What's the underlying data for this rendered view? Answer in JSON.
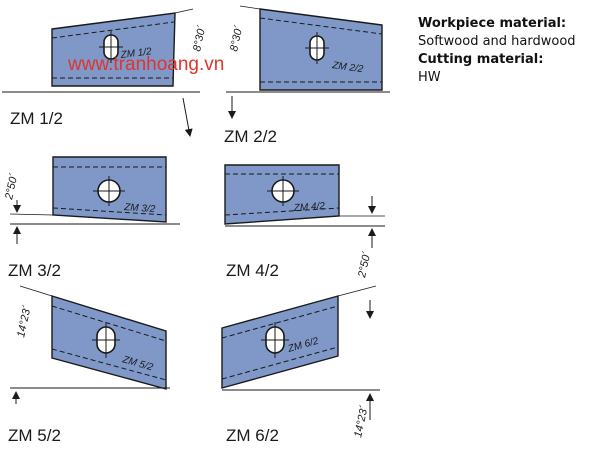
{
  "watermark": "www.tranhoang.vn",
  "info": {
    "workpiece_heading": "Workpiece material:",
    "workpiece_value": "Softwood and hardwood",
    "cutting_heading": "Cutting material:",
    "cutting_value": "HW"
  },
  "knives": [
    {
      "model": "ZM 1/2",
      "marking": "ZM 1/2",
      "angle": "8°30´"
    },
    {
      "model": "ZM 2/2",
      "marking": "ZM 2/2",
      "angle": "8°30´"
    },
    {
      "model": "ZM 3/2",
      "marking": "ZM 3/2",
      "angle": "2°50´"
    },
    {
      "model": "ZM 4/2",
      "marking": "ZM 4/2",
      "angle": "2°50´"
    },
    {
      "model": "ZM 5/2",
      "marking": "ZM 5/2",
      "angle": "14°23´"
    },
    {
      "model": "ZM 6/2",
      "marking": "ZM 6/2",
      "angle": "14°23´"
    }
  ],
  "colors": {
    "blade_fill": "#7f98c8",
    "watermark": "#e0342c"
  }
}
